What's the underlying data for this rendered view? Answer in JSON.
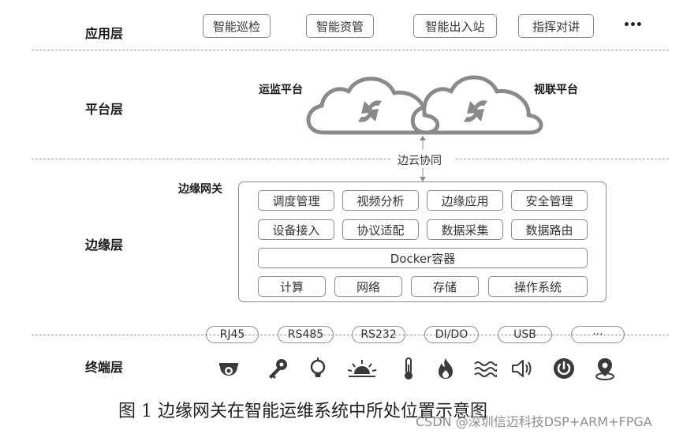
{
  "layers": {
    "application": "应用层",
    "platform": "平台层",
    "edge": "边缘层",
    "terminal": "终端层"
  },
  "application_items": [
    "智能巡检",
    "智能资管",
    "智能出入站",
    "指挥对讲",
    "•••"
  ],
  "platform": {
    "cloud_left": "运监平台",
    "cloud_right": "视联平台",
    "collab": "边云协同"
  },
  "gateway": {
    "title": "边缘网关",
    "row1": [
      "调度管理",
      "视频分析",
      "边缘应用",
      "安全管理"
    ],
    "row2": [
      "设备接入",
      "协议适配",
      "数据采集",
      "数据路由"
    ],
    "docker": "Docker容器",
    "row4": [
      "计算",
      "网络",
      "存储",
      "操作系统"
    ]
  },
  "ports": [
    "RJ45",
    "RS485",
    "RS232",
    "DI/DO",
    "USB",
    "···"
  ],
  "terminal_icons": [
    "camera-icon",
    "key-icon",
    "lightbulb-icon",
    "sunlight-icon",
    "thermometer-icon",
    "fire-icon",
    "water-wave-icon",
    "speaker-icon",
    "power-icon",
    "location-pin-icon"
  ],
  "caption": "图 1  边缘网关在智能运维系统中所处位置示意图",
  "watermark": "CSDN @深圳信迈科技DSP+ARM+FPGA",
  "colors": {
    "line": "#8a8a8a",
    "icon": "#3a3a3a",
    "text": "#333333"
  }
}
